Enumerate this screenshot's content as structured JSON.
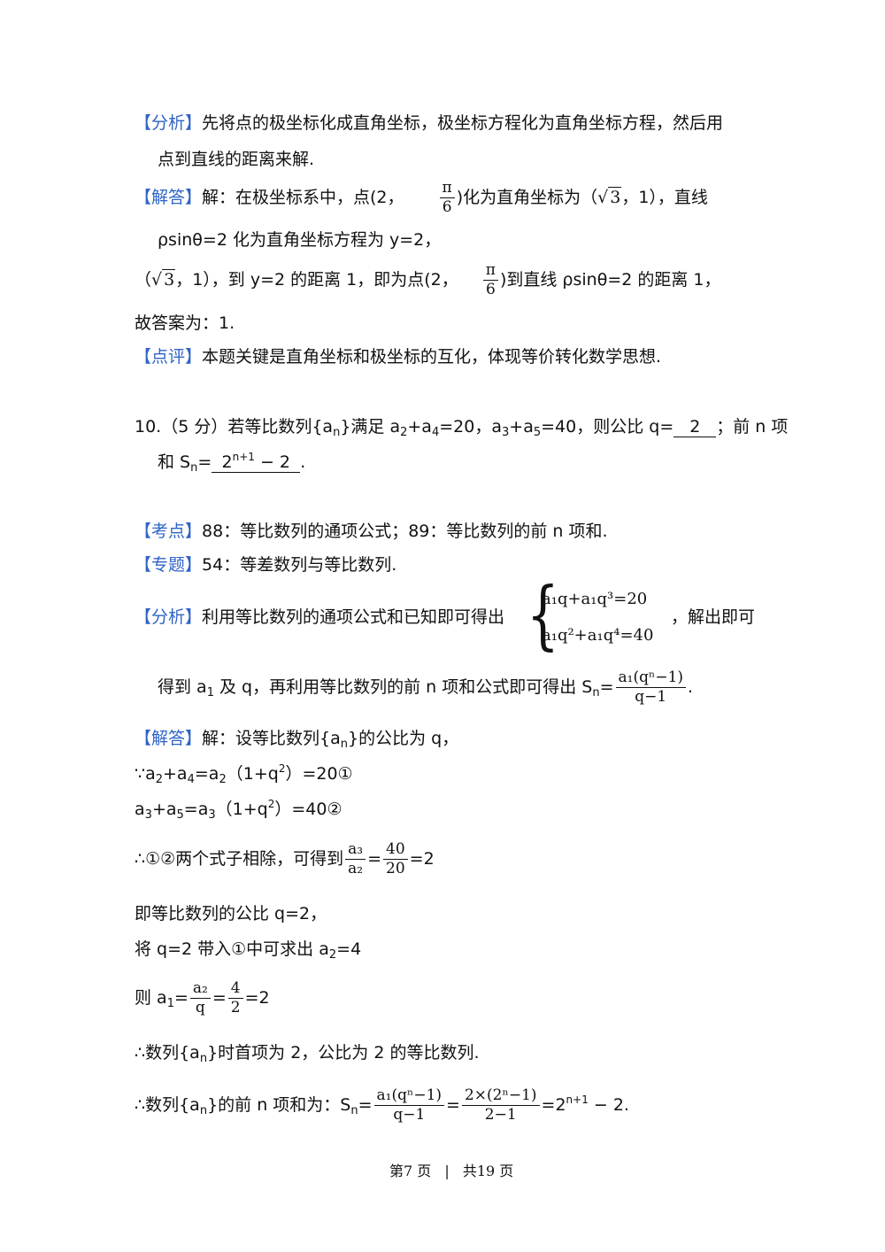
{
  "p9": {
    "analysis_tag": "【分析】",
    "analysis_l1": "先将点的极坐标化成直角坐标，极坐标方程化为直角坐标方程，然后用",
    "analysis_l2": "点到直线的距离来解.",
    "answer_tag": "【解答】",
    "answer_l1a": "解：在极坐标系中，点(2，",
    "pi": "π",
    "six": "6",
    "answer_l1b": ")化为直角坐标为（",
    "three": "3",
    "answer_l1c": "，1），直线",
    "answer_l2": "ρsinθ=2 化为直角坐标方程为 y=2，",
    "answer_l3a": "（",
    "answer_l3b": "，1），到 y=2 的距离 1，即为点(2，",
    "answer_l3c": ")到直线 ρsinθ=2 的距离 1，",
    "answer_l4": "故答案为：1.",
    "comment_tag": "【点评】",
    "comment": "本题关键是直角坐标和极坐标的互化，体现等价转化数学思想."
  },
  "q10": {
    "l1a": "10.（5 分）若等比数列{a",
    "n": "n",
    "l1b": "}满足 a",
    "s2": "2",
    "plus_a": "+a",
    "s4": "4",
    "l1c": "=20，a",
    "s3": "3",
    "s5": "5",
    "l1d": "=40，则公比 q=",
    "blank1": "2",
    "l1e": "；前 n 项",
    "l2a": "和 S",
    "l2b": "=",
    "blank2_base": "2",
    "blank2_exp": "n+1",
    "blank2_tail": " − 2",
    "l2c": ".",
    "kaodian_tag": "【考点】",
    "kaodian": "88：等比数列的通项公式；89：等比数列的前 n 项和.",
    "zhuanti_tag": "【专题】",
    "zhuanti": "54：等差数列与等比数列.",
    "analysis_tag": "【分析】",
    "analysis_a": "利用等比数列的通项公式和已知即可得出",
    "sys1": "a₁q+a₁q³=20",
    "sys2": "a₁q²+a₁q⁴=40",
    "analysis_b": "，解出即可",
    "analysis2_a": "得到 a",
    "one": "1",
    "analysis2_b": " 及 q，再利用等比数列的前 n 项和公式即可得出 S",
    "eq": "=",
    "sn_num": "a₁(qⁿ−1)",
    "sn_den": "q−1",
    "period": ".",
    "answer_tag": "【解答】",
    "answer_l1a": "解：设等比数列{a",
    "answer_l1b": "}的公比为 q，",
    "step1a": "∵a",
    "step1b": "=a",
    "step1c": "（1+q",
    "sq": "2",
    "step1d": "）=20①",
    "step2a": "a",
    "step2d": "）=40②",
    "step3a": "∴①②两个式子相除，可得到",
    "f3_num": "a₃",
    "f3_den": "a₂",
    "f40": "40",
    "f20": "20",
    "step3b": "=2",
    "step4": "即等比数列的公比 q=2，",
    "step5a": "将 q=2 带入①中可求出 a",
    "step5b": "=4",
    "step6a": "则 a",
    "f6_num": "a₂",
    "f6_den": "q",
    "f4": "4",
    "f2": "2",
    "step7a": "∴数列{a",
    "step7b": "}时首项为 2，公比为 2 的等比数列.",
    "step8a": "∴数列{a",
    "step8b": "}的前 n 项和为：S",
    "f8_num": "2×(2ⁿ−1)",
    "f8_den": "2−1",
    "step8c": "=2",
    "step8exp": "n+1",
    "step8d": " − 2."
  },
  "footer": {
    "page": "第7 页",
    "sep": "|",
    "total": "共19 页"
  }
}
